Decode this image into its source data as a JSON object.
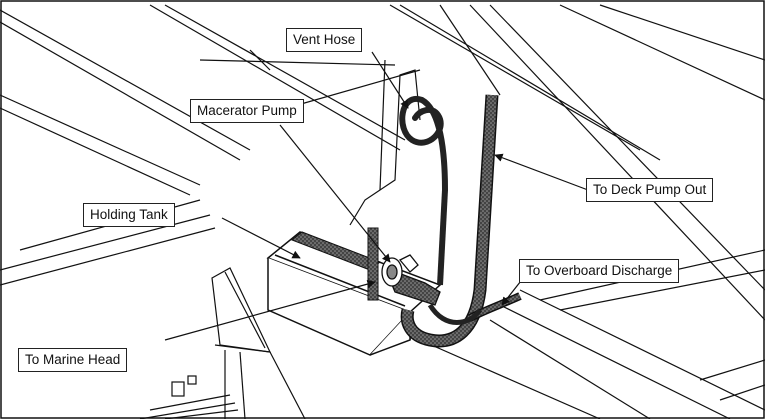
{
  "labels": {
    "vent_hose": "Vent Hose",
    "macerator_pump": "Macerator Pump",
    "deck_pump_out": "To Deck Pump Out",
    "holding_tank": "Holding Tank",
    "overboard_discharge": "To Overboard Discharge",
    "marine_head": "To Marine Head"
  },
  "colors": {
    "line": "#111111",
    "hose_fill": "#555555",
    "background": "#ffffff"
  }
}
